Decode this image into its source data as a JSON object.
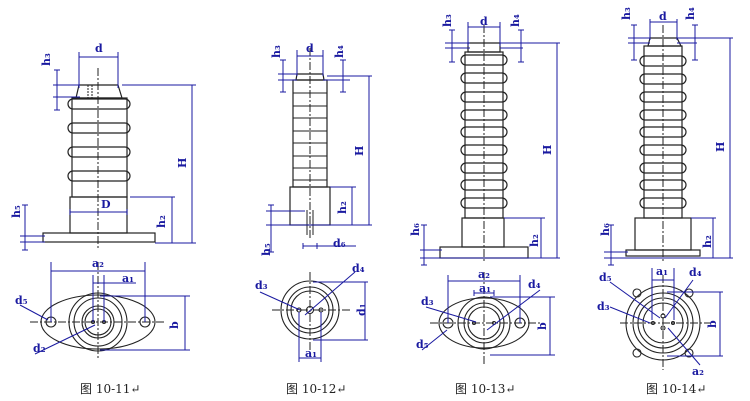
{
  "colors": {
    "outline": "#222222",
    "dimension": "#1a1aa0"
  },
  "figures": [
    {
      "caption": "图 10-11↵",
      "labels": {
        "d": "d",
        "h3": "h₃",
        "H": "H",
        "D": "D",
        "h2": "h₂",
        "h5": "h₅",
        "a2": "a₂",
        "a1": "a₁",
        "b": "b",
        "d5": "d₅",
        "d2": "d₂"
      }
    },
    {
      "caption": "图 10-12↵",
      "labels": {
        "d": "d",
        "h3": "h₃",
        "h4": "h₄",
        "H": "H",
        "h2": "h₂",
        "h5": "h₅",
        "d6": "d₆",
        "d4": "d₄",
        "d3": "d₃",
        "d1": "d₁",
        "a1": "a₁"
      }
    },
    {
      "caption": "图 10-13↵",
      "labels": {
        "d": "d",
        "h3": "h₃",
        "h4": "h₄",
        "H": "H",
        "h6": "h₆",
        "h2": "h₂",
        "a2": "a₂",
        "a1": "a₁",
        "d3": "d₃",
        "d4": "d₄",
        "d5": "d₅",
        "b": "b"
      }
    },
    {
      "caption": "图 10-14↵",
      "labels": {
        "d": "d",
        "h3": "h₃",
        "h4": "h₄",
        "H": "H",
        "h6": "h₆",
        "h2": "h₂",
        "a1": "a₁",
        "d5": "d₅",
        "d3": "d₃",
        "d4": "d₄",
        "b": "b",
        "a2": "a₂"
      }
    }
  ]
}
